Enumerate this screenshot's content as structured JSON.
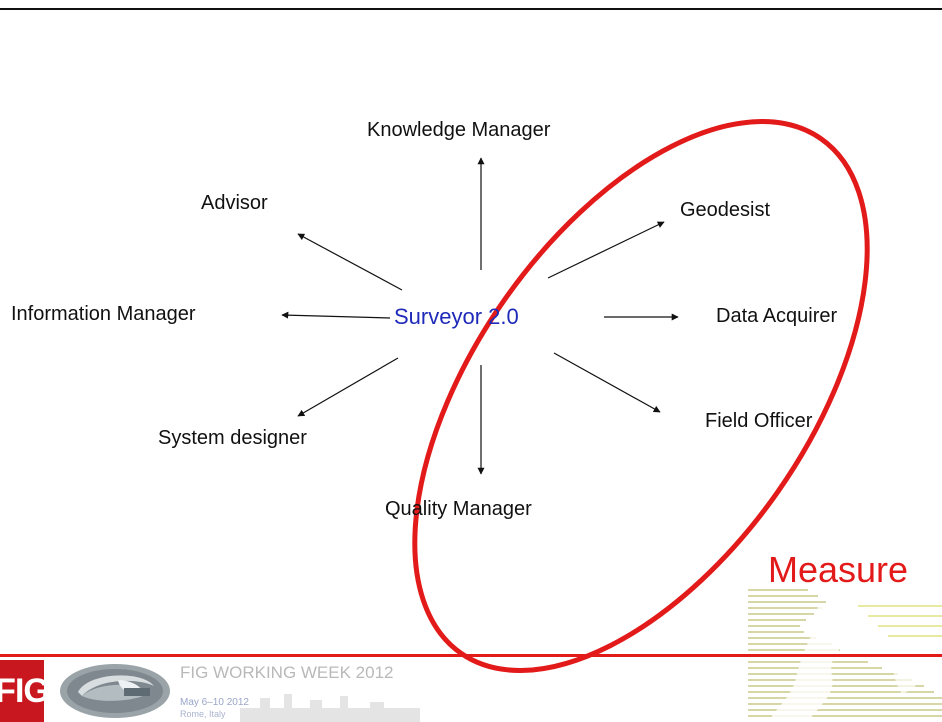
{
  "diagram": {
    "center": "Surveyor 2.0",
    "roles": {
      "knowledge_manager": "Knowledge Manager",
      "advisor": "Advisor",
      "geodesist": "Geodesist",
      "information_manager": "Information Manager",
      "data_acquirer": "Data Acquirer",
      "system_designer": "System designer",
      "field_officer": "Field Officer",
      "quality_manager": "Quality Manager"
    },
    "highlight_label": "Measure",
    "colors": {
      "highlight": "#e31a1a",
      "center_text": "#1f2bb8",
      "text": "#111111"
    }
  },
  "footer": {
    "logo_text": "FIG",
    "event_title": "FIG WORKING WEEK 2012",
    "event_dates": "May 6–10 2012",
    "event_place": "Rome, Italy",
    "colors": {
      "rule": "#e31a1a",
      "logo_bg": "#c8171e"
    }
  }
}
